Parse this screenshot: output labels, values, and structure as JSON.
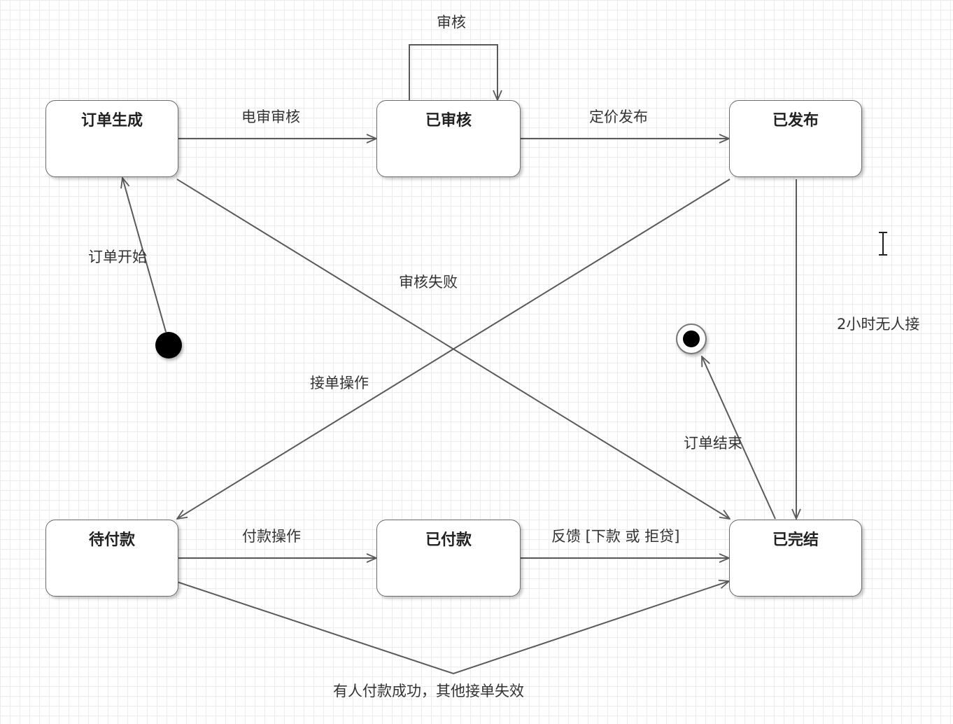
{
  "states": {
    "order_created": "订单生成",
    "reviewed": "已审核",
    "published": "已发布",
    "pending_payment": "待付款",
    "paid": "已付款",
    "completed": "已完结"
  },
  "transitions": {
    "self_review": "审核",
    "e_review": "电审审核",
    "price_publish": "定价发布",
    "order_start": "订单开始",
    "review_failed": "审核失败",
    "accept_order": "接单操作",
    "no_accept_2h": "2小时无人接",
    "order_end": "订单结束",
    "payment_operation": "付款操作",
    "feedback": "反馈 [下款 或 拒贷]",
    "someone_paid": "有人付款成功，其他接单失效"
  },
  "icons": {
    "initial": "initial-state-icon",
    "final": "final-state-icon",
    "cursor": "text-cursor-icon"
  },
  "colors": {
    "line": "#5a5a5a",
    "state_border": "#6a6a6a",
    "grid": "#ececec"
  }
}
